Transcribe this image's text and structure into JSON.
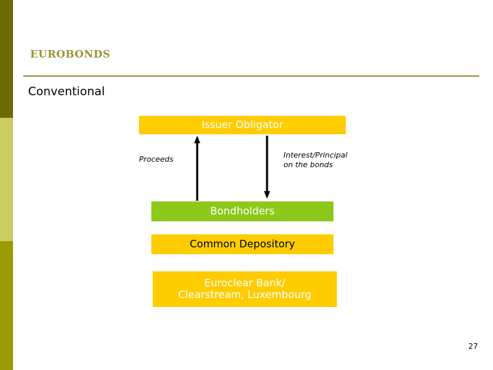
{
  "slide": {
    "title": "EUROBONDS",
    "subtitle": "Conventional",
    "page_number": "27",
    "accent_color": "#9b9434",
    "band_colors": {
      "top": "#6b6b00",
      "middle": "#cbcd62",
      "bottom": "#999c00"
    }
  },
  "diagram": {
    "boxes": [
      {
        "id": "issuer",
        "label": "Issuer Obligator",
        "fill": "#ffcc00",
        "text_color": "#ffffff"
      },
      {
        "id": "bondholders",
        "label": "Bondholders",
        "fill": "#8dc81a",
        "text_color": "#ffffff"
      },
      {
        "id": "depository",
        "label": "Common Depository",
        "fill": "#ffcc00",
        "text_color": "#000000"
      },
      {
        "id": "euroclear",
        "label_line1": "Euroclear Bank/",
        "label_line2": "Clearstream, Luxembourg",
        "fill": "#ffcc00",
        "text_color": "#ffffff"
      }
    ],
    "arrows": [
      {
        "id": "proceeds",
        "direction": "up",
        "from": "bondholders",
        "to": "issuer",
        "label": "Proceeds"
      },
      {
        "id": "interest",
        "direction": "down",
        "from": "issuer",
        "to": "bondholders",
        "label": "Interest/Principal\non the bonds"
      }
    ]
  }
}
